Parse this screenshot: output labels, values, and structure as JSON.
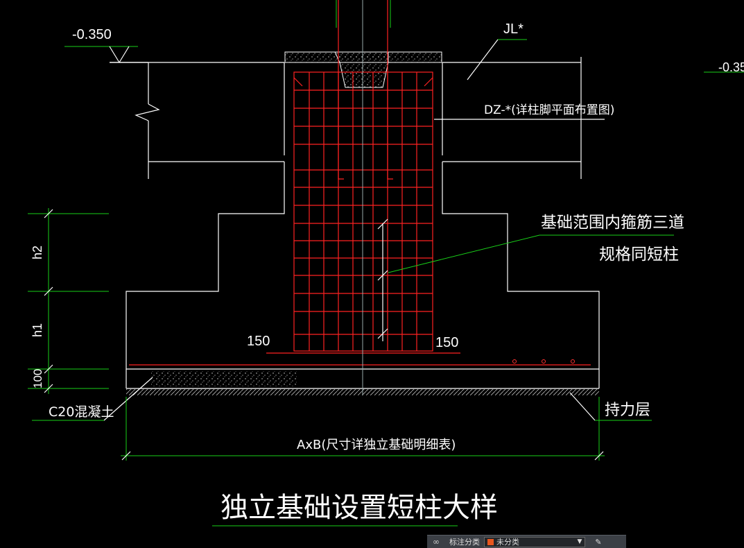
{
  "drawing": {
    "elevation_left": "-0.350",
    "elevation_right": "-0.35",
    "beam_label": "JL*",
    "column_label": "DZ-*(详柱脚平面布置图)",
    "stirrup_note_line1": "基础范围内箍筋三道",
    "stirrup_note_line2": "规格同短柱",
    "dim_150_left": "150",
    "dim_150_right": "150",
    "dim_h2": "h2",
    "dim_h1": "h1",
    "dim_100": "100",
    "concrete_label": "C20混凝土",
    "bearing_layer_label": "持力层",
    "width_dim_label": "AxB(尺寸详独立基础明细表)",
    "title": "独立基础设置短柱大样"
  },
  "toolbar": {
    "icon": "link-icon",
    "label": "标注分类",
    "select_value": "未分类",
    "swatch_color": "#e8571e",
    "edit_icon": "pen-icon"
  }
}
